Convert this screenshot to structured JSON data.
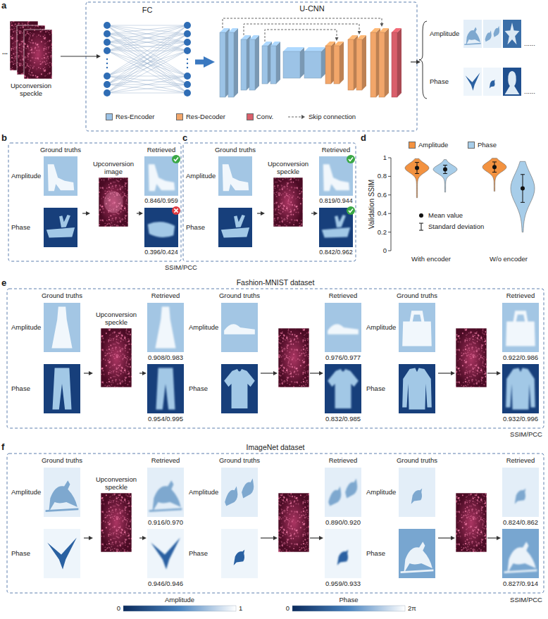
{
  "diagram": {
    "nodes": [
      {
        "text": [
          "Upconversion speckle"
        ]
      },
      {
        "text": [
          "FC"
        ]
      },
      {
        "text": [
          "U-CNN"
        ]
      },
      {
        "text": [
          "Amplitude",
          "Phase"
        ]
      },
      {
        "text": [
          "Ground truths",
          "Amplitude",
          "Phase"
        ]
      },
      {
        "text": [
          "Upconversion image"
        ]
      },
      {
        "text": [
          "Retrieved",
          "0.846/0.959",
          "0.396/0.424"
        ]
      },
      {
        "text": [
          "Ground truths",
          "Amplitude",
          "Phase"
        ]
      },
      {
        "text": [
          "Upconversion speckle"
        ]
      },
      {
        "text": [
          "Retrieved",
          "0.819/0.944",
          "0.842/0.962"
        ]
      },
      {
        "text": [
          "Fashion-MNIST dataset"
        ]
      },
      {
        "text": [
          "Ground truths",
          "Amplitude",
          "Phase"
        ],
        "in": 10
      },
      {
        "text": [
          "Upconversion speckle"
        ],
        "in": 10
      },
      {
        "text": [
          "Retrieved",
          "0.908/0.983",
          "0.954/0.995"
        ],
        "in": 10
      },
      {
        "text": [
          "Ground truths",
          "Amplitude",
          "Phase"
        ],
        "in": 10
      },
      {
        "text": [
          "Retrieved",
          "0.976/0.977",
          "0.832/0.985"
        ],
        "in": 10
      },
      {
        "text": [
          "Ground truths",
          "Amplitude",
          "Phase"
        ],
        "in": 10
      },
      {
        "text": [
          "Retrieved",
          "0.922/0.986",
          "0.932/0.996"
        ],
        "in": 10
      },
      {
        "text": [
          "ImageNet dataset"
        ]
      },
      {
        "text": [
          "Ground truths",
          "Amplitude",
          "Phase"
        ],
        "in": 18
      },
      {
        "text": [
          "Upconversion speckle"
        ],
        "in": 18
      },
      {
        "text": [
          "Retrieved",
          "0.916/0.970",
          "0.946/0.946"
        ],
        "in": 18
      },
      {
        "text": [
          "Ground truths",
          "Amplitude",
          "Phase"
        ],
        "in": 18
      },
      {
        "text": [
          "Retrieved",
          "0.890/0.920",
          "0.959/0.933"
        ],
        "in": 18
      },
      {
        "text": [
          "Ground truths",
          "Amplitude",
          "Phase"
        ],
        "in": 18
      },
      {
        "text": [
          "Retrieved",
          "0.824/0.862",
          "0.827/0.914"
        ],
        "in": 18
      }
    ],
    "edges": [
      {
        "from": 0,
        "to": 1,
        "arrow": "to"
      },
      {
        "from": 1,
        "to": 2,
        "arrow": "to"
      },
      {
        "from": 2,
        "to": 3,
        "arrow": "to"
      },
      {
        "from": 4,
        "to": 5,
        "arrow": "to"
      },
      {
        "from": 5,
        "to": 6,
        "arrow": "to"
      },
      {
        "from": 7,
        "to": 8,
        "arrow": "to"
      },
      {
        "from": 8,
        "to": 9,
        "arrow": "to"
      },
      {
        "from": 11,
        "to": 12,
        "arrow": "to"
      },
      {
        "from": 12,
        "to": 13,
        "arrow": "to"
      },
      {
        "from": 19,
        "to": 20,
        "arrow": "to"
      },
      {
        "from": 20,
        "to": 21,
        "arrow": "to"
      }
    ],
    "labels": [
      "a",
      "...",
      "......",
      "......",
      "b",
      "c",
      "d",
      "Validation SSIM",
      "1",
      "0.8",
      "0.6",
      "0.4",
      "0.2",
      "0",
      "With encoder",
      "W/o encoder",
      "SSIM/PCC",
      "e",
      "SSIM/PCC",
      "f",
      "SSIM/PCC",
      "Amplitude",
      "0",
      "1",
      "Phase",
      "0",
      "2π"
    ],
    "legend": [
      {
        "text": "Res-Encoder",
        "color": "#9cc3e6"
      },
      {
        "text": "Res-Decoder",
        "color": "#f2a66a"
      },
      {
        "text": "Conv.",
        "color": "#d95f6b"
      },
      {
        "text": "Skip connection"
      },
      {
        "text": "Amplitude",
        "color": "#f39240"
      },
      {
        "text": "Phase",
        "color": "#a7cde9"
      },
      {
        "text": "Mean value"
      },
      {
        "text": "Standard deviation"
      }
    ]
  }
}
